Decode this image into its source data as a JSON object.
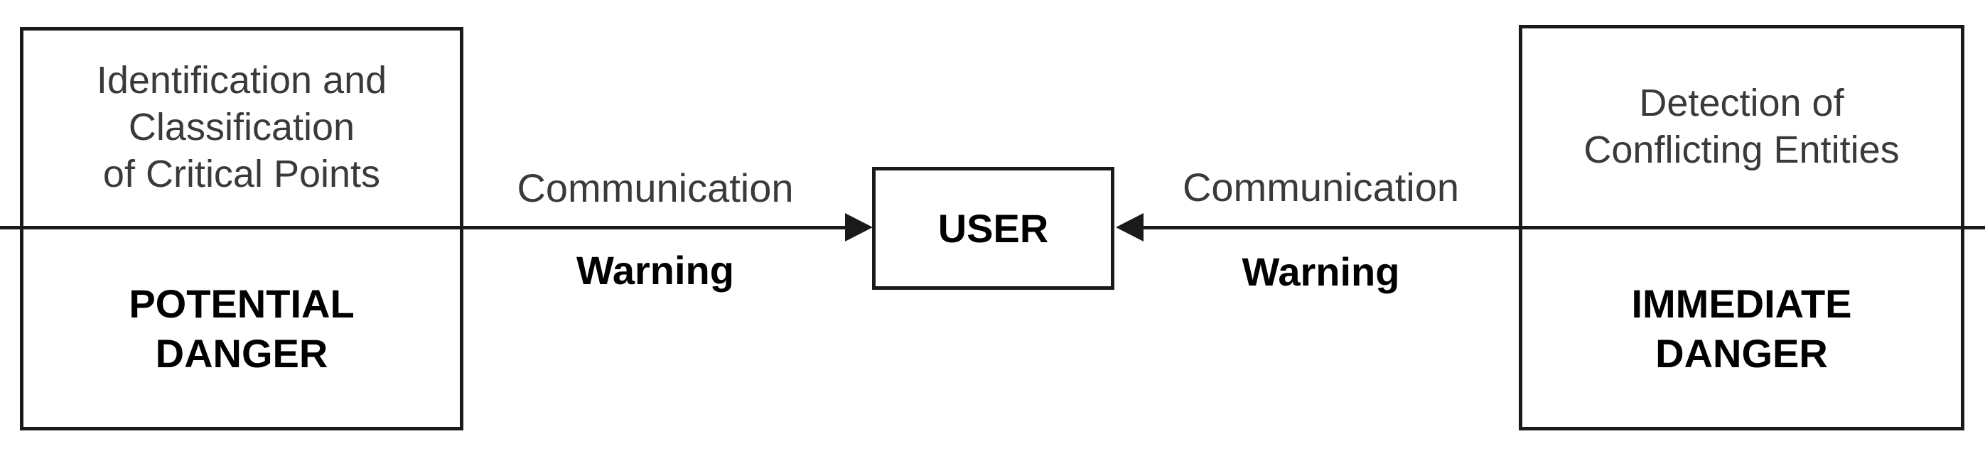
{
  "diagram": {
    "colors": {
      "line": "#1a1a1a",
      "text": "#3a3a3a",
      "bold_text": "#000000",
      "background": "#ffffff"
    },
    "left_box": {
      "title": "Identification and\nClassification\nof Critical Points",
      "status": "POTENTIAL\nDANGER"
    },
    "user_box": {
      "label": "USER"
    },
    "right_box": {
      "title": "Detection of\nConflicting Entities",
      "status": "IMMEDIATE\nDANGER"
    },
    "left_link": {
      "top_label": "Communication",
      "bottom_label": "Warning",
      "direction": "left-to-right"
    },
    "right_link": {
      "top_label": "Communication",
      "bottom_label": "Warning",
      "direction": "right-to-left"
    }
  }
}
